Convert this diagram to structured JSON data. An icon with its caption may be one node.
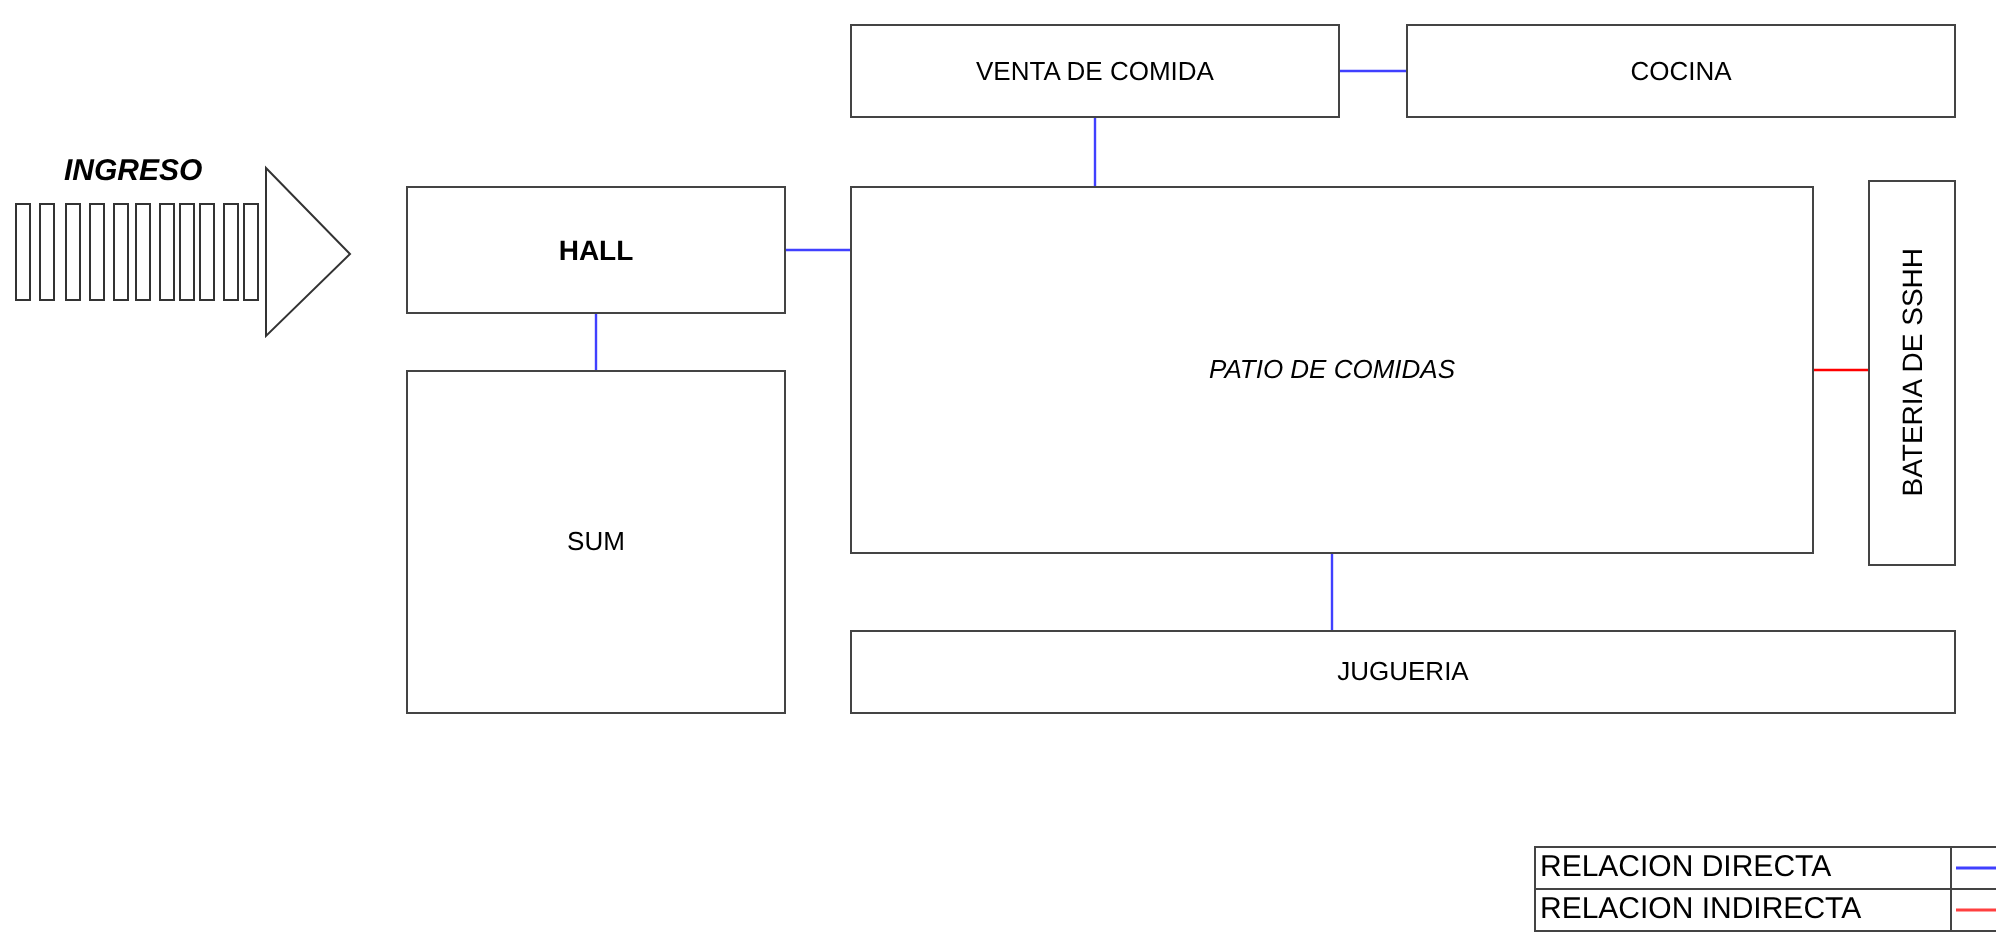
{
  "diagram": {
    "nodes": [
      {
        "text": [
          "VENTA DE COMIDA"
        ]
      },
      {
        "text": [
          "COCINA"
        ]
      },
      {
        "text": [
          "HALL"
        ]
      },
      {
        "text": [
          "PATIO DE COMIDAS"
        ]
      },
      {
        "text": [
          "BATERIA DE SSHH"
        ]
      },
      {
        "text": [
          "SUM"
        ]
      },
      {
        "text": [
          "JUGUERIA"
        ]
      }
    ],
    "edges": [
      {
        "from": 0,
        "to": 1,
        "arrow": "none"
      },
      {
        "from": 0,
        "to": 3,
        "arrow": "none"
      },
      {
        "from": 2,
        "to": 3,
        "arrow": "none"
      },
      {
        "from": 2,
        "to": 5,
        "arrow": "none"
      },
      {
        "from": 3,
        "to": 4,
        "arrow": "none",
        "color": "#ff0000"
      },
      {
        "from": 3,
        "to": 6,
        "arrow": "none"
      }
    ],
    "labels": [
      "INGRESO"
    ],
    "legend": [
      {
        "text": "RELACION DIRECTA"
      },
      {
        "text": "RELACION INDIRECTA"
      }
    ]
  }
}
